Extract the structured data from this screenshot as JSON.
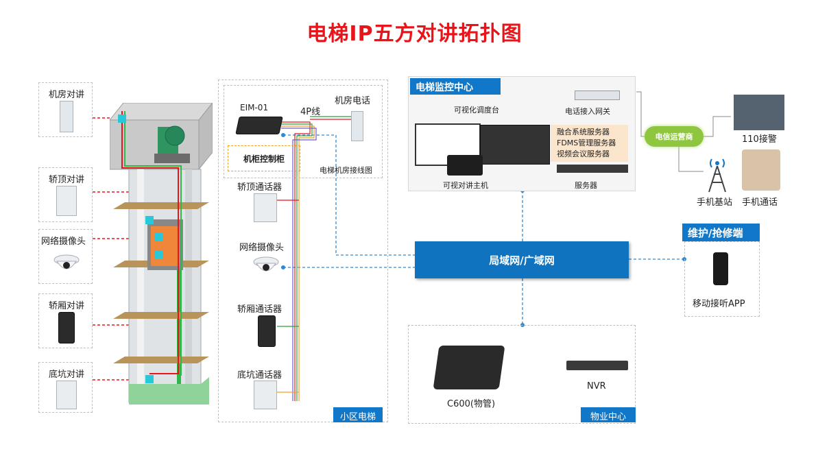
{
  "title": "电梯IP五方对讲拓扑图",
  "left_panels": {
    "machine_room": "机房对讲",
    "car_top": "轿顶对讲",
    "camera": "网络摄像头",
    "car": "轿厢对讲",
    "pit": "底坑对讲"
  },
  "cabinet": {
    "eim": "EIM-01",
    "wire": "4P线",
    "room_phone": "机房电话",
    "cabinet": "机柜控制柜",
    "wiring": "电梯机房接线图"
  },
  "column": {
    "car_top_phone": "轿顶通话器",
    "camera": "网络摄像头",
    "car_phone": "轿厢通话器",
    "pit_phone": "底坑通话器",
    "tag": "小区电梯"
  },
  "monitor": {
    "tag": "电梯监控中心",
    "dispatch": "可视化调度台",
    "gateway": "电话接入网关",
    "services": [
      "融合系统服务器",
      "FDMS管理服务器",
      "视频会议服务器"
    ],
    "host": "可视对讲主机",
    "server": "服务器"
  },
  "carrier": {
    "bubble": "电信运营商",
    "police": "110接警",
    "station": "手机基站",
    "mobile": "手机通话"
  },
  "lan": "局域网/广域网",
  "maintenance": {
    "tag": "维护/抢修端",
    "app": "移动接听APP"
  },
  "property": {
    "c600": "C600(物管)",
    "nvr": "NVR",
    "tag": "物业中心"
  },
  "colors": {
    "title": "#e8141a",
    "accent_blue": "#1177c8",
    "bubble_green": "#8ec63f",
    "link_red": "#e8141a",
    "link_blue": "#2b8ad6"
  }
}
